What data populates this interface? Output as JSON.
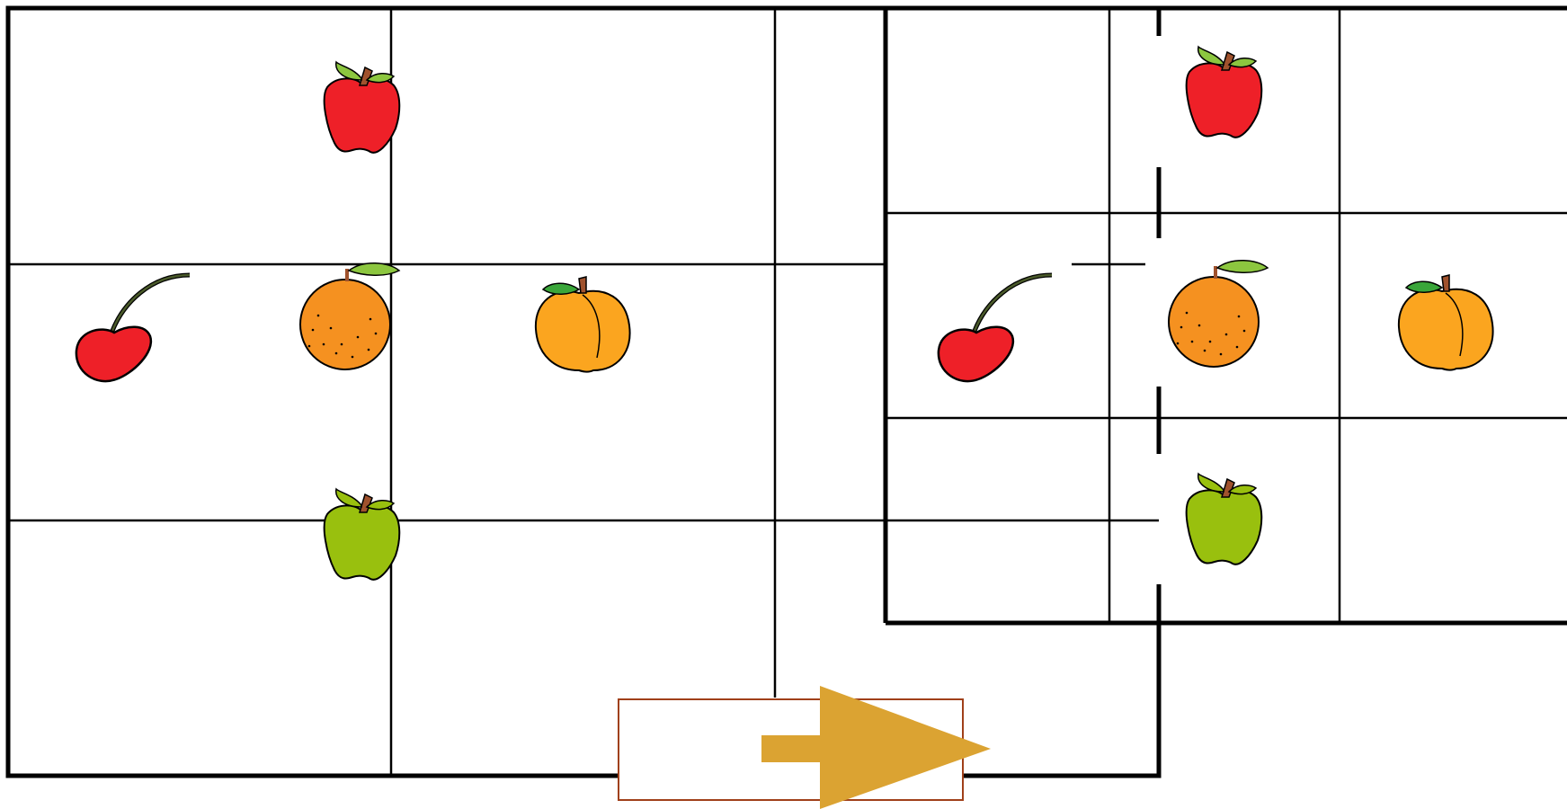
{
  "puzzle": {
    "fruit_colors": {
      "red_apple": "#ee2028",
      "green_apple": "#99c00e",
      "cherry": "#ee2028",
      "orange": "#f59120",
      "peach": "#fba51f",
      "leaf": "#8cc63f",
      "stem": "#a0522d"
    },
    "left_grid": {
      "items": [
        "red-apple",
        "cherry",
        "orange",
        "peach",
        "green-apple"
      ]
    },
    "right_grid": {
      "items": [
        "cherry",
        "red-apple",
        "orange",
        "peach",
        "green-apple"
      ]
    },
    "next_button": {
      "icon": "right-arrow-icon",
      "border_color": "#a0401a",
      "arrow_color": "#dba332"
    }
  }
}
